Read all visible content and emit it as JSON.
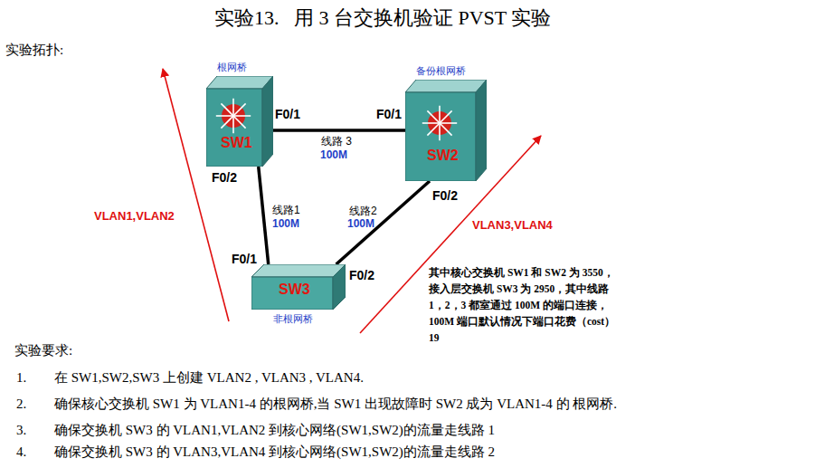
{
  "diagram": {
    "title": "实验13.   用 3 台交换机验证 PVST 实验",
    "nodes": [
      {
        "text": [
          "根网桥",
          "SW1"
        ]
      },
      {
        "text": [
          "备份根网桥",
          "SW2"
        ]
      },
      {
        "text": [
          "SW3",
          "非根网桥"
        ]
      }
    ],
    "edges": [
      {
        "from": 0,
        "to": 1,
        "arrow": "none",
        "label": "线路 3"
      },
      {
        "from": 0,
        "to": 2,
        "arrow": "none",
        "label": "线路1"
      },
      {
        "from": 1,
        "to": 2,
        "arrow": "none",
        "label": "线路2"
      }
    ],
    "labels": [
      "实验拓扑:",
      "VLAN1,VLAN2",
      "F0/1",
      "F0/1",
      "100M",
      "F0/2",
      "100M",
      "100M",
      "F0/2",
      "F0/1",
      "F0/2",
      "VLAN3,VLAN4",
      "其中核心交换机 SW1 和 SW2 为 3550，接入层交换机 SW3 为 2950，其中线路 1，2，3 都室通过 100M 的端口连接，100M 端口默认情况下端口花费（cost）19",
      "实验要求:",
      "1.",
      "在 SW1,SW2,SW3 上创建 VLAN2 , VLAN3 , VLAN4.",
      "2.",
      "确保核心交换机 SW1 为 VLAN1-4 的根网桥,当 SW1 出现故障时 SW2 成为 VLAN1-4 的 根网桥.",
      "3.",
      "确保交换机 SW3 的 VLAN1,VLAN2 到核心网络(SW1,SW2)的流量走线路 1",
      "4.",
      "确保交换机 SW3 的 VLAN3,VLAN4 到核心网络(SW1,SW2)的流量走线路 2"
    ]
  }
}
